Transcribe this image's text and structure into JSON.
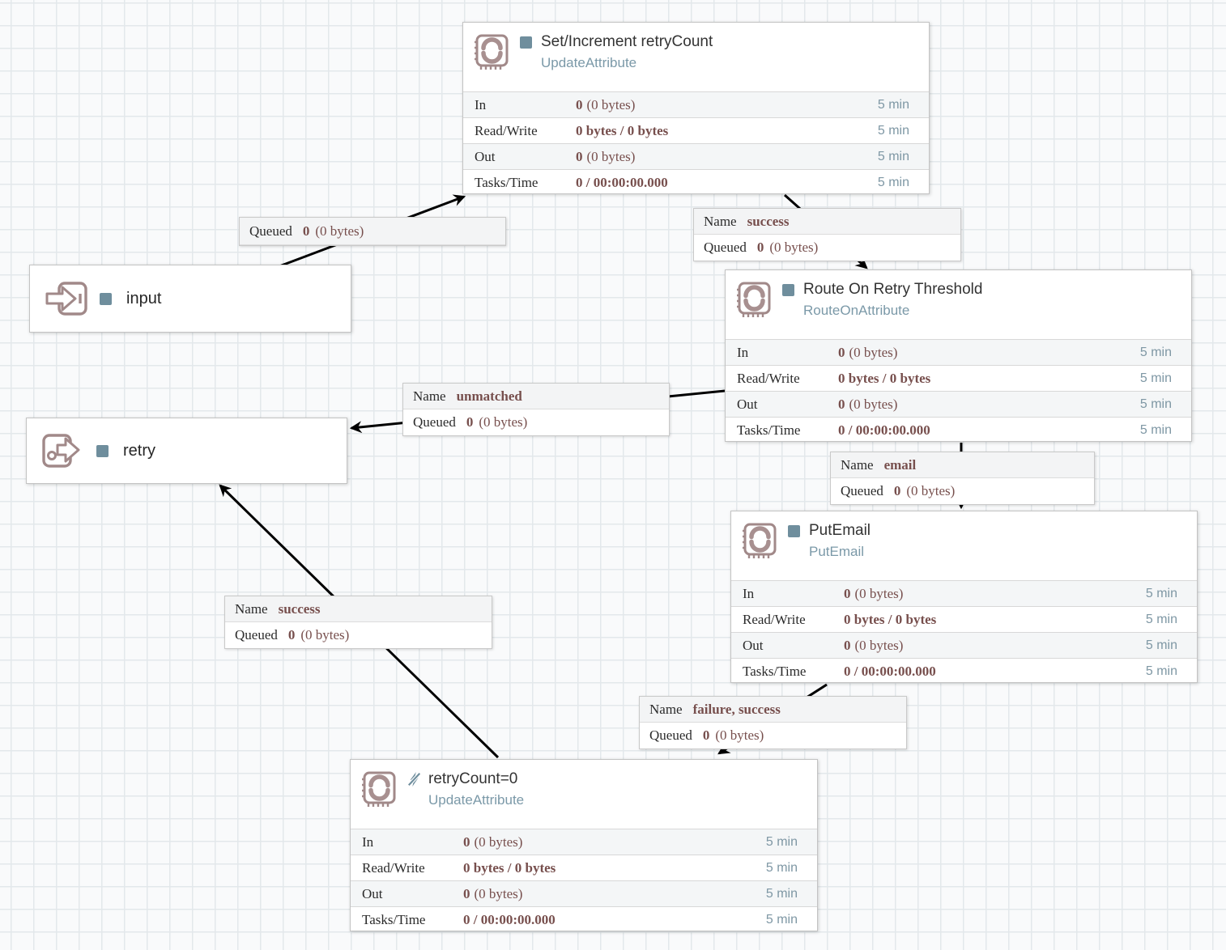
{
  "colors": {
    "accent_maroon": "#774f4d",
    "blue_gray": "#7e97a4",
    "icon_rose": "#a18989",
    "state_blue": "#6f8e9d",
    "grid_line": "#e3e8eb",
    "canvas_bg": "#f9fafb"
  },
  "icons": {
    "processor": "sync-stamp-icon",
    "input_port": "arrow-into-box-icon",
    "output_port": "arrow-out-of-box-icon",
    "stopped": "stopped-square-icon",
    "disabled": "disabled-bolt-icon"
  },
  "processors": [
    {
      "title": "Set/Increment retryCount",
      "type": "UpdateAttribute",
      "state": "stopped",
      "stats": [
        {
          "label": "In",
          "bold": "0",
          "rest": "(0 bytes)",
          "window": "5 min"
        },
        {
          "label": "Read/Write",
          "bold": "0 bytes / 0 bytes",
          "rest": "",
          "window": "5 min"
        },
        {
          "label": "Out",
          "bold": "0",
          "rest": "(0 bytes)",
          "window": "5 min"
        },
        {
          "label": "Tasks/Time",
          "bold": "0 / 00:00:00.000",
          "rest": "",
          "window": "5 min"
        }
      ]
    },
    {
      "title": "Route On Retry Threshold",
      "type": "RouteOnAttribute",
      "state": "stopped",
      "stats": [
        {
          "label": "In",
          "bold": "0",
          "rest": "(0 bytes)",
          "window": "5 min"
        },
        {
          "label": "Read/Write",
          "bold": "0 bytes / 0 bytes",
          "rest": "",
          "window": "5 min"
        },
        {
          "label": "Out",
          "bold": "0",
          "rest": "(0 bytes)",
          "window": "5 min"
        },
        {
          "label": "Tasks/Time",
          "bold": "0 / 00:00:00.000",
          "rest": "",
          "window": "5 min"
        }
      ]
    },
    {
      "title": "PutEmail",
      "type": "PutEmail",
      "state": "stopped",
      "stats": [
        {
          "label": "In",
          "bold": "0",
          "rest": "(0 bytes)",
          "window": "5 min"
        },
        {
          "label": "Read/Write",
          "bold": "0 bytes / 0 bytes",
          "rest": "",
          "window": "5 min"
        },
        {
          "label": "Out",
          "bold": "0",
          "rest": "(0 bytes)",
          "window": "5 min"
        },
        {
          "label": "Tasks/Time",
          "bold": "0 / 00:00:00.000",
          "rest": "",
          "window": "5 min"
        }
      ]
    },
    {
      "title": "retryCount=0",
      "type": "UpdateAttribute",
      "state": "disabled",
      "stats": [
        {
          "label": "In",
          "bold": "0",
          "rest": "(0 bytes)",
          "window": "5 min"
        },
        {
          "label": "Read/Write",
          "bold": "0 bytes / 0 bytes",
          "rest": "",
          "window": "5 min"
        },
        {
          "label": "Out",
          "bold": "0",
          "rest": "(0 bytes)",
          "window": "5 min"
        },
        {
          "label": "Tasks/Time",
          "bold": "0 / 00:00:00.000",
          "rest": "",
          "window": "5 min"
        }
      ]
    }
  ],
  "ports": [
    {
      "name": "input",
      "kind": "input-port",
      "state": "stopped"
    },
    {
      "name": "retry",
      "kind": "output-port",
      "state": "stopped"
    }
  ],
  "connections": [
    {
      "queued_label": "Queued",
      "queued_bold": "0",
      "queued_rest": "(0 bytes)"
    },
    {
      "name_label": "Name",
      "name_value": "success",
      "queued_label": "Queued",
      "queued_bold": "0",
      "queued_rest": "(0 bytes)"
    },
    {
      "name_label": "Name",
      "name_value": "unmatched",
      "queued_label": "Queued",
      "queued_bold": "0",
      "queued_rest": "(0 bytes)"
    },
    {
      "name_label": "Name",
      "name_value": "email",
      "queued_label": "Queued",
      "queued_bold": "0",
      "queued_rest": "(0 bytes)"
    },
    {
      "name_label": "Name",
      "name_value": "success",
      "queued_label": "Queued",
      "queued_bold": "0",
      "queued_rest": "(0 bytes)"
    },
    {
      "name_label": "Name",
      "name_value": "failure, success",
      "queued_label": "Queued",
      "queued_bold": "0",
      "queued_rest": "(0 bytes)"
    }
  ]
}
